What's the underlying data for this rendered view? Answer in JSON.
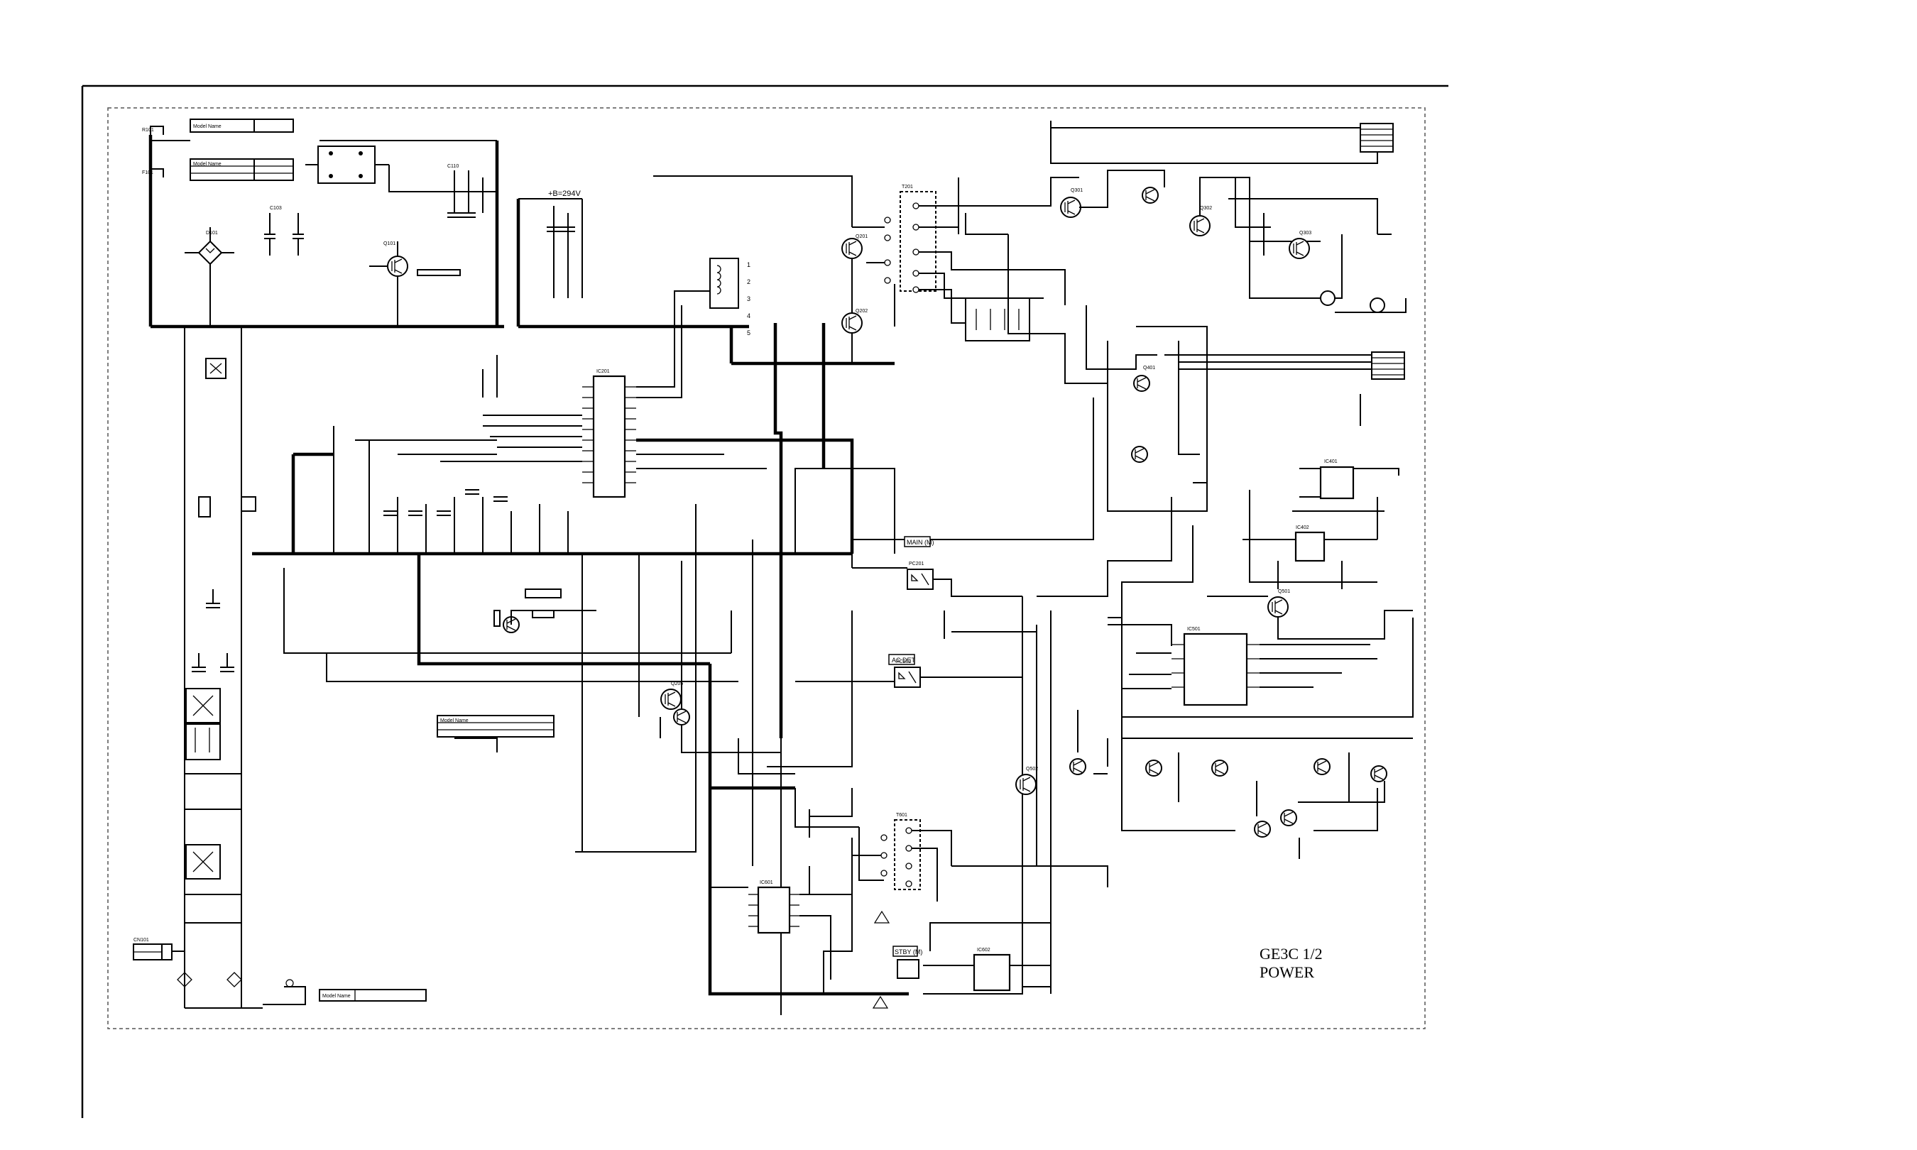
{
  "title": {
    "model": "GE3C 1/2",
    "section": "POWER"
  },
  "net_labels": {
    "b_plus": "+B=294V",
    "main_relay": "MAIN (M)",
    "ac_det": "AC DET",
    "stby": "STBY (M)"
  },
  "tables": {
    "filter_table_1": "Model Name",
    "filter_table_2": "Model Name",
    "filter_table_3": "Model Name",
    "fuse_table": "Model Name"
  },
  "connector_labels": [
    "1",
    "2",
    "3",
    "4",
    "5"
  ],
  "colors": {
    "ink": "#000000",
    "paper": "#ffffff",
    "border": "#555555"
  }
}
